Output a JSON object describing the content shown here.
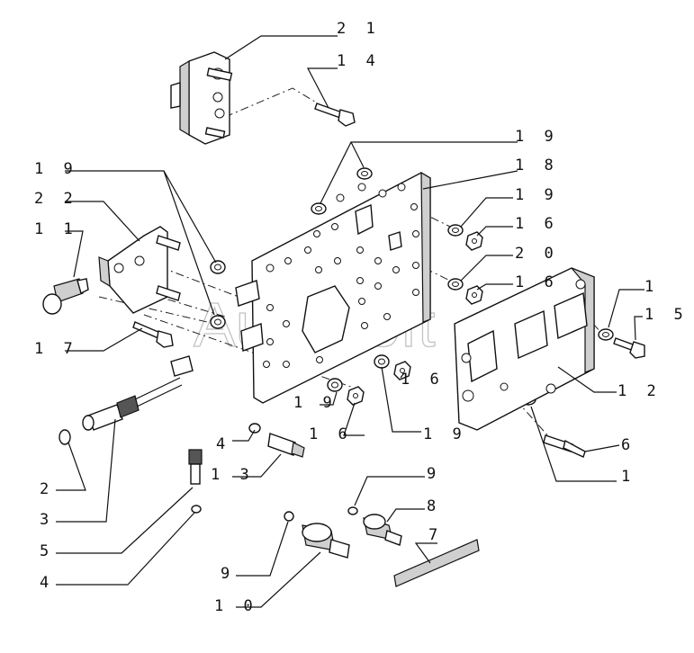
{
  "watermark": "AutoSoft",
  "callouts": [
    {
      "id": "c21a",
      "text": "2 1"
    },
    {
      "id": "c14",
      "text": "1 4"
    },
    {
      "id": "c19a",
      "text": "1 9"
    },
    {
      "id": "c18",
      "text": "1 8"
    },
    {
      "id": "c19b",
      "text": "1 9"
    },
    {
      "id": "c16a",
      "text": "1 6"
    },
    {
      "id": "c20",
      "text": "2 0"
    },
    {
      "id": "c16b",
      "text": "1 6"
    },
    {
      "id": "c1a",
      "text": "1"
    },
    {
      "id": "c15",
      "text": "1 5"
    },
    {
      "id": "c19c",
      "text": "1 9"
    },
    {
      "id": "c22",
      "text": "2 2"
    },
    {
      "id": "c11",
      "text": "1 1"
    },
    {
      "id": "c17",
      "text": "1 7"
    },
    {
      "id": "c19d",
      "text": "1 9"
    },
    {
      "id": "c16c",
      "text": "1 6"
    },
    {
      "id": "c16d",
      "text": "1 6"
    },
    {
      "id": "c19e",
      "text": "1 9"
    },
    {
      "id": "c12",
      "text": "1 2"
    },
    {
      "id": "c4a",
      "text": "4"
    },
    {
      "id": "c13",
      "text": "1 3"
    },
    {
      "id": "c6",
      "text": "6"
    },
    {
      "id": "c1b",
      "text": "1"
    },
    {
      "id": "c2",
      "text": "2"
    },
    {
      "id": "c3",
      "text": "3"
    },
    {
      "id": "c5",
      "text": "5"
    },
    {
      "id": "c4b",
      "text": "4"
    },
    {
      "id": "c9a",
      "text": "9"
    },
    {
      "id": "c8",
      "text": "8"
    },
    {
      "id": "c7",
      "text": "7"
    },
    {
      "id": "c9b",
      "text": "9"
    },
    {
      "id": "c10",
      "text": "1 0"
    }
  ]
}
